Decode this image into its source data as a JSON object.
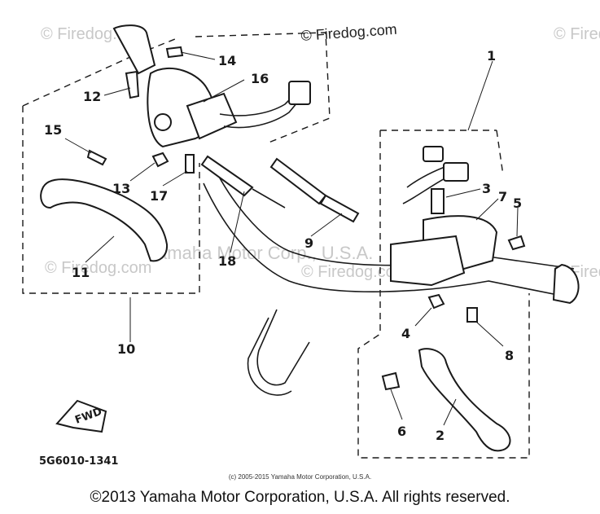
{
  "watermark": {
    "brand_text": "© Firedog.com",
    "overlay_text": "© Firedog.com",
    "center_text": "Yamaha Motor Corp., U.S.A."
  },
  "diagram": {
    "diagram_code": "5G6010-1341",
    "fwd_label": "FWD",
    "callouts": {
      "c1": "1",
      "c2": "2",
      "c3": "3",
      "c4": "4",
      "c5": "5",
      "c6": "6",
      "c7": "7",
      "c8": "8",
      "c9": "9",
      "c10": "10",
      "c11": "11",
      "c12": "12",
      "c13": "13",
      "c14": "14",
      "c15": "15",
      "c16": "16",
      "c17": "17",
      "c18": "18"
    }
  },
  "footer": {
    "small_copyright": "(c) 2005-2015 Yamaha Motor Corporation, U.S.A.",
    "copyright": "©2013 Yamaha Motor Corporation, U.S.A. All rights reserved."
  }
}
